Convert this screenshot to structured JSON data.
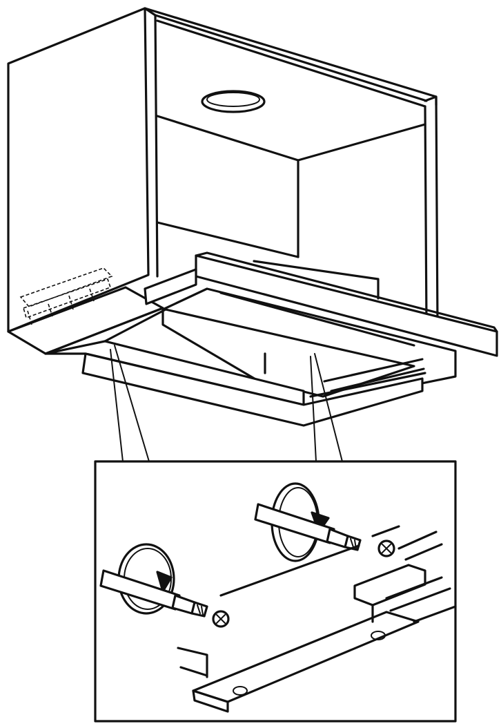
{
  "figure": {
    "subject": "cooker-hood-in-wall-cabinet",
    "detail_panel": "screw-fixing-detail",
    "icons": [
      "screwdriver-icon",
      "rotation-arrow-icon",
      "screw-icon",
      "guide-rail"
    ],
    "colors": {
      "ink": "#111111",
      "paper": "#ffffff"
    }
  }
}
